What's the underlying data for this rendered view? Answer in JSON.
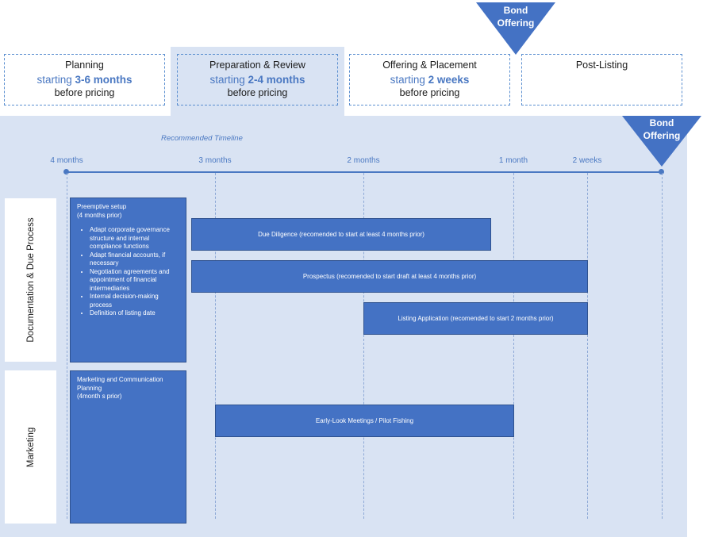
{
  "phases": [
    {
      "name": "Planning",
      "starting": "starting ",
      "duration": "3-6 months",
      "before": "before pricing"
    },
    {
      "name": "Preparation & Review",
      "starting": "starting ",
      "duration": "2-4 months",
      "before": "before pricing"
    },
    {
      "name": "Offering & Placement",
      "starting": "starting ",
      "duration": "2 weeks",
      "before": "before pricing"
    },
    {
      "name": "Post-Listing"
    }
  ],
  "bond_offering": {
    "line1": "Bond",
    "line2": "Offering"
  },
  "timeline": {
    "title": "Recommended Timeline",
    "ticks": [
      "4 months",
      "3 months",
      "2 months",
      "1 month",
      "2 weeks"
    ]
  },
  "rows": {
    "documentation": "Documentation & Due Process",
    "marketing": "Marketing"
  },
  "preemptive": {
    "title": "Preemptive setup",
    "subtitle": "(4 months prior)",
    "items": [
      "Adapt corporate governance structure and internal compliance functions",
      "Adapt financial accounts, if necessary",
      "Negotiation agreements and appointment of financial intermediaries",
      "Internal decision-making process",
      "Definition of listing date"
    ]
  },
  "marketing_planning": {
    "title": "Marketing and Communication Planning",
    "subtitle": "(4month s prior)"
  },
  "bars": {
    "due_diligence": "Due Diligence (recomended to start at least 4 months prior)",
    "prospectus": "Prospectus (recomended to start draft at least 4 months prior)",
    "listing": "Listing Application (recomended to start 2 months prior)",
    "early_look": "Early-Look Meetings / Pilot Fishing"
  },
  "colors": {
    "accent": "#4a78c2",
    "bar_fill": "#4472c4",
    "band": "#d9e3f3"
  }
}
